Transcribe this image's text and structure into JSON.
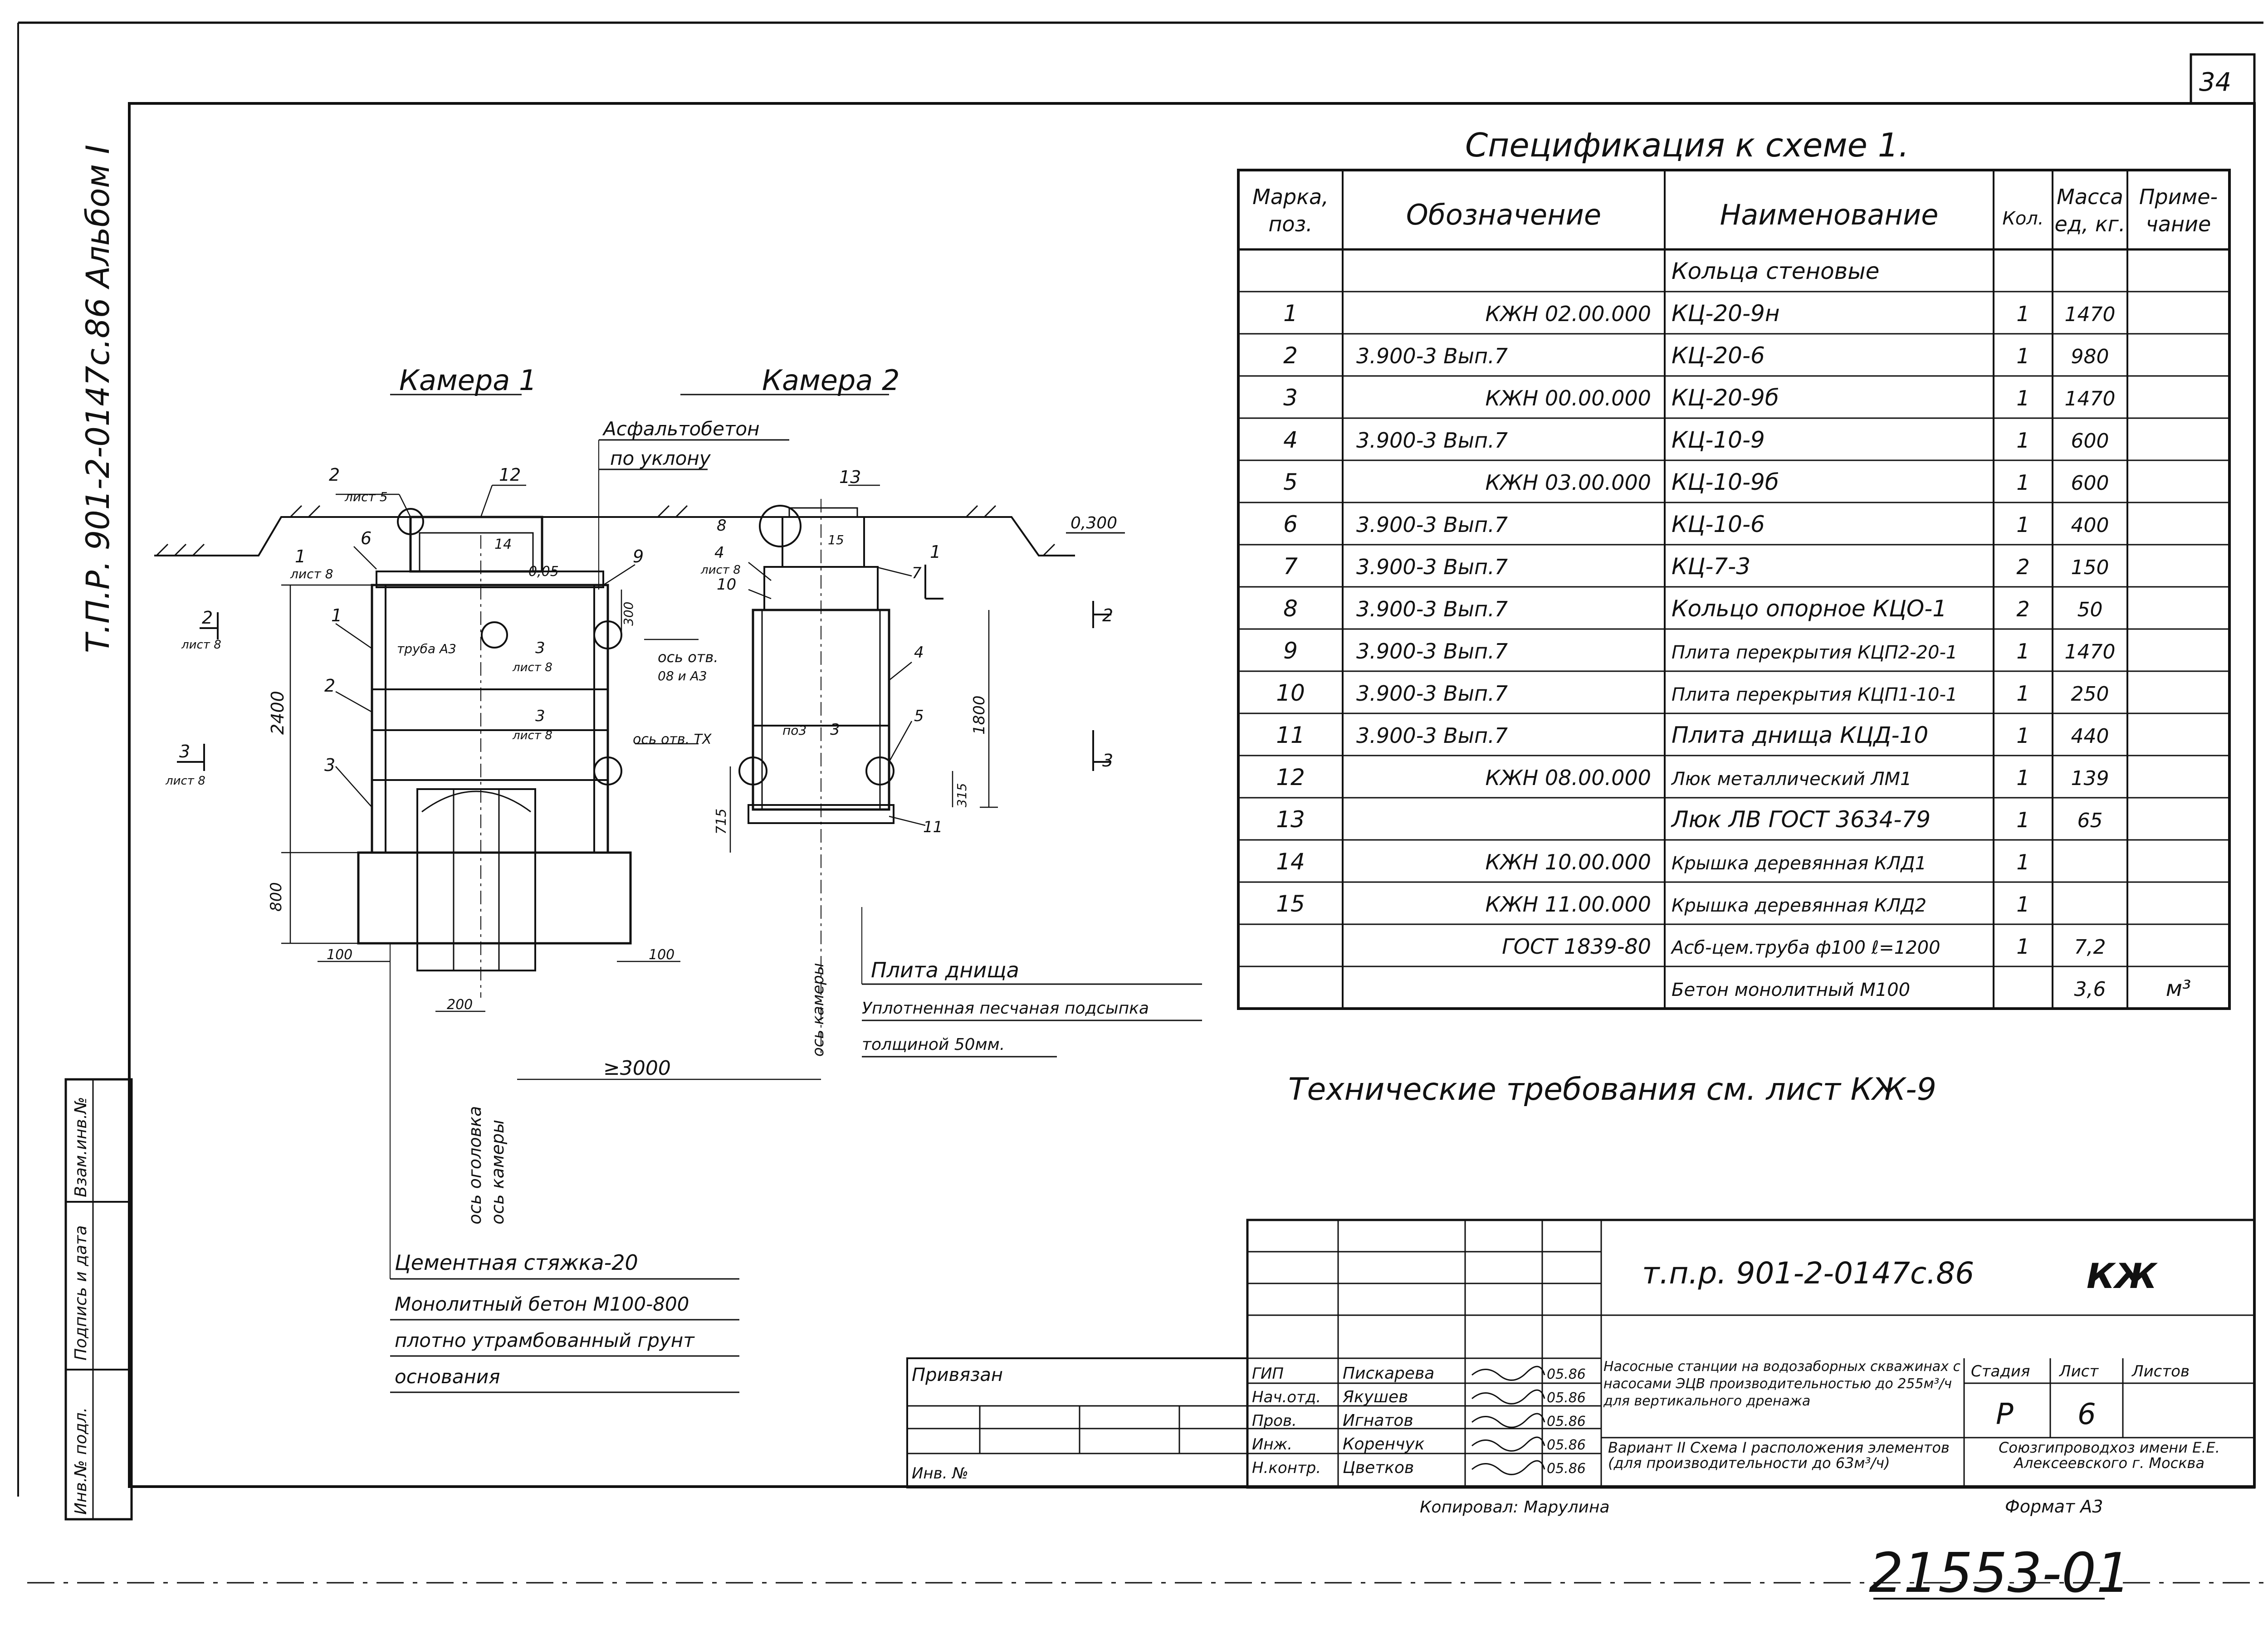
{
  "page_number": "34",
  "album_stamp": "Т.П.Р. 901-2-0147с.86   Альбом I",
  "side_stamp": {
    "col1": "Взам.инв.№",
    "col2": "Подпись и дата",
    "col3": "Инв.№ подл."
  },
  "drawing": {
    "camera1": "Камера 1",
    "camera2": "Камера 2",
    "asphalt": "Асфальтобетон",
    "slope": "по уклону",
    "level": "0,300",
    "pipe": "труба А3",
    "axis_hole1": "ось отв.",
    "axis_hole1b": "08 и А3",
    "axis_hole2": "ось отв. ТХ",
    "sheet8": "лист 8",
    "sheet5": "лист 5",
    "sheet8a": "лист 8",
    "dims": {
      "d2400": "2400",
      "d800": "800",
      "d100a": "100",
      "d100b": "100",
      "d200": "200",
      "d1800": "1800",
      "d715": "715",
      "d315": "315",
      "d005": "0,05",
      "d300": "300",
      "d3000": "≥3000"
    },
    "axis_head": "ось оголовка",
    "axis_cam": "ось камеры",
    "axis_cam2": "ось камеры",
    "bottom_slab": "Плита днища",
    "sand": "Уплотненная песчаная подсыпка",
    "sand2": "толщиной 50мм.",
    "cement": "Цементная стяжка-20",
    "concrete": "Монолитный бетон М100-800",
    "soil": "плотно утрамбованный грунт",
    "base": "основания",
    "po3": "по3",
    "pos_labels": [
      "1",
      "2",
      "3",
      "4",
      "5",
      "6",
      "7",
      "8",
      "9",
      "10",
      "11",
      "12",
      "13",
      "14",
      "15"
    ],
    "section_marks": [
      "1",
      "1",
      "2",
      "2",
      "3",
      "3"
    ]
  },
  "spec": {
    "title": "Спецификация к схеме 1.",
    "headers": [
      "Марка, поз.",
      "Обозначение",
      "Наименование",
      "Кол.",
      "Масса ед, кг.",
      "Примечание"
    ],
    "rows": [
      {
        "pos": "",
        "code": "",
        "name": "Кольца стеновые",
        "qty": "",
        "mass": "",
        "note": ""
      },
      {
        "pos": "1",
        "code": "КЖН 02.00.000",
        "name": "КЦ-20-9н",
        "qty": "1",
        "mass": "1470",
        "note": ""
      },
      {
        "pos": "2",
        "code": "3.900-3 Вып.7",
        "name": "КЦ-20-6",
        "qty": "1",
        "mass": "980",
        "note": ""
      },
      {
        "pos": "3",
        "code": "КЖН 00.00.000",
        "name": "КЦ-20-9б",
        "qty": "1",
        "mass": "1470",
        "note": ""
      },
      {
        "pos": "4",
        "code": "3.900-3 Вып.7",
        "name": "КЦ-10-9",
        "qty": "1",
        "mass": "600",
        "note": ""
      },
      {
        "pos": "5",
        "code": "КЖН 03.00.000",
        "name": "КЦ-10-9б",
        "qty": "1",
        "mass": "600",
        "note": ""
      },
      {
        "pos": "6",
        "code": "3.900-3 Вып.7",
        "name": "КЦ-10-6",
        "qty": "1",
        "mass": "400",
        "note": ""
      },
      {
        "pos": "7",
        "code": "3.900-3 Вып.7",
        "name": "КЦ-7-3",
        "qty": "2",
        "mass": "150",
        "note": ""
      },
      {
        "pos": "8",
        "code": "3.900-3 Вып.7",
        "name": "Кольцо опорное КЦО-1",
        "qty": "2",
        "mass": "50",
        "note": ""
      },
      {
        "pos": "9",
        "code": "3.900-3 Вып.7",
        "name": "Плита перекрытия КЦП2-20-1",
        "qty": "1",
        "mass": "1470",
        "note": ""
      },
      {
        "pos": "10",
        "code": "3.900-3 Вып.7",
        "name": "Плита перекрытия КЦП1-10-1",
        "qty": "1",
        "mass": "250",
        "note": ""
      },
      {
        "pos": "11",
        "code": "3.900-3 Вып.7",
        "name": "Плита днища КЦД-10",
        "qty": "1",
        "mass": "440",
        "note": ""
      },
      {
        "pos": "12",
        "code": "КЖН 08.00.000",
        "name": "Люк металлический ЛМ1",
        "qty": "1",
        "mass": "139",
        "note": ""
      },
      {
        "pos": "13",
        "code": "",
        "name": "Люк ЛВ ГОСТ 3634-79",
        "qty": "1",
        "mass": "65",
        "note": ""
      },
      {
        "pos": "14",
        "code": "КЖН 10.00.000",
        "name": "Крышка деревянная КЛД1",
        "qty": "1",
        "mass": "",
        "note": ""
      },
      {
        "pos": "15",
        "code": "КЖН 11.00.000",
        "name": "Крышка деревянная КЛД2",
        "qty": "1",
        "mass": "",
        "note": ""
      },
      {
        "pos": "",
        "code": "ГОСТ 1839-80",
        "name": "Асб-цем.труба ф100 ℓ=1200",
        "qty": "1",
        "mass": "7,2",
        "note": ""
      },
      {
        "pos": "",
        "code": "",
        "name": "Бетон монолитный М100",
        "qty": "",
        "mass": "3,6",
        "note": "м³"
      }
    ]
  },
  "tech_req": "Технические требования см. лист КЖ-9",
  "title_block": {
    "doc_code": "т.п.р. 901-2-0147с.86",
    "mark": "КЖ",
    "linked": "Привязан",
    "inv": "Инв. №",
    "description1": "Насосные станции на водозаборных скважинах с насосами ЭЦВ производительностью до 255м³/ч для вертикального дренажа",
    "description2": "Вариант II Схема I расположения элементов (для производительности до 63м³/ч)",
    "org": "Союзгипроводхоз имени Е.Е. Алексеевского г. Москва",
    "stage_h": "Стадия",
    "sheet_h": "Лист",
    "sheets_h": "Листов",
    "stage": "Р",
    "sheet": "6",
    "roles": [
      {
        "role": "ГИП",
        "name": "Пискарева",
        "date": "05.86"
      },
      {
        "role": "Нач.отд.",
        "name": "Якушев",
        "date": "05.86"
      },
      {
        "role": "Пров.",
        "name": "Игнатов",
        "date": "05.86"
      },
      {
        "role": "Инж.",
        "name": "Коренчук",
        "date": "05.86"
      },
      {
        "role": "Н.контр.",
        "name": "Цветков",
        "date": "05.86"
      }
    ],
    "copied": "Копировал: Марулина",
    "format": "Формат А3",
    "number": "21553-01"
  }
}
